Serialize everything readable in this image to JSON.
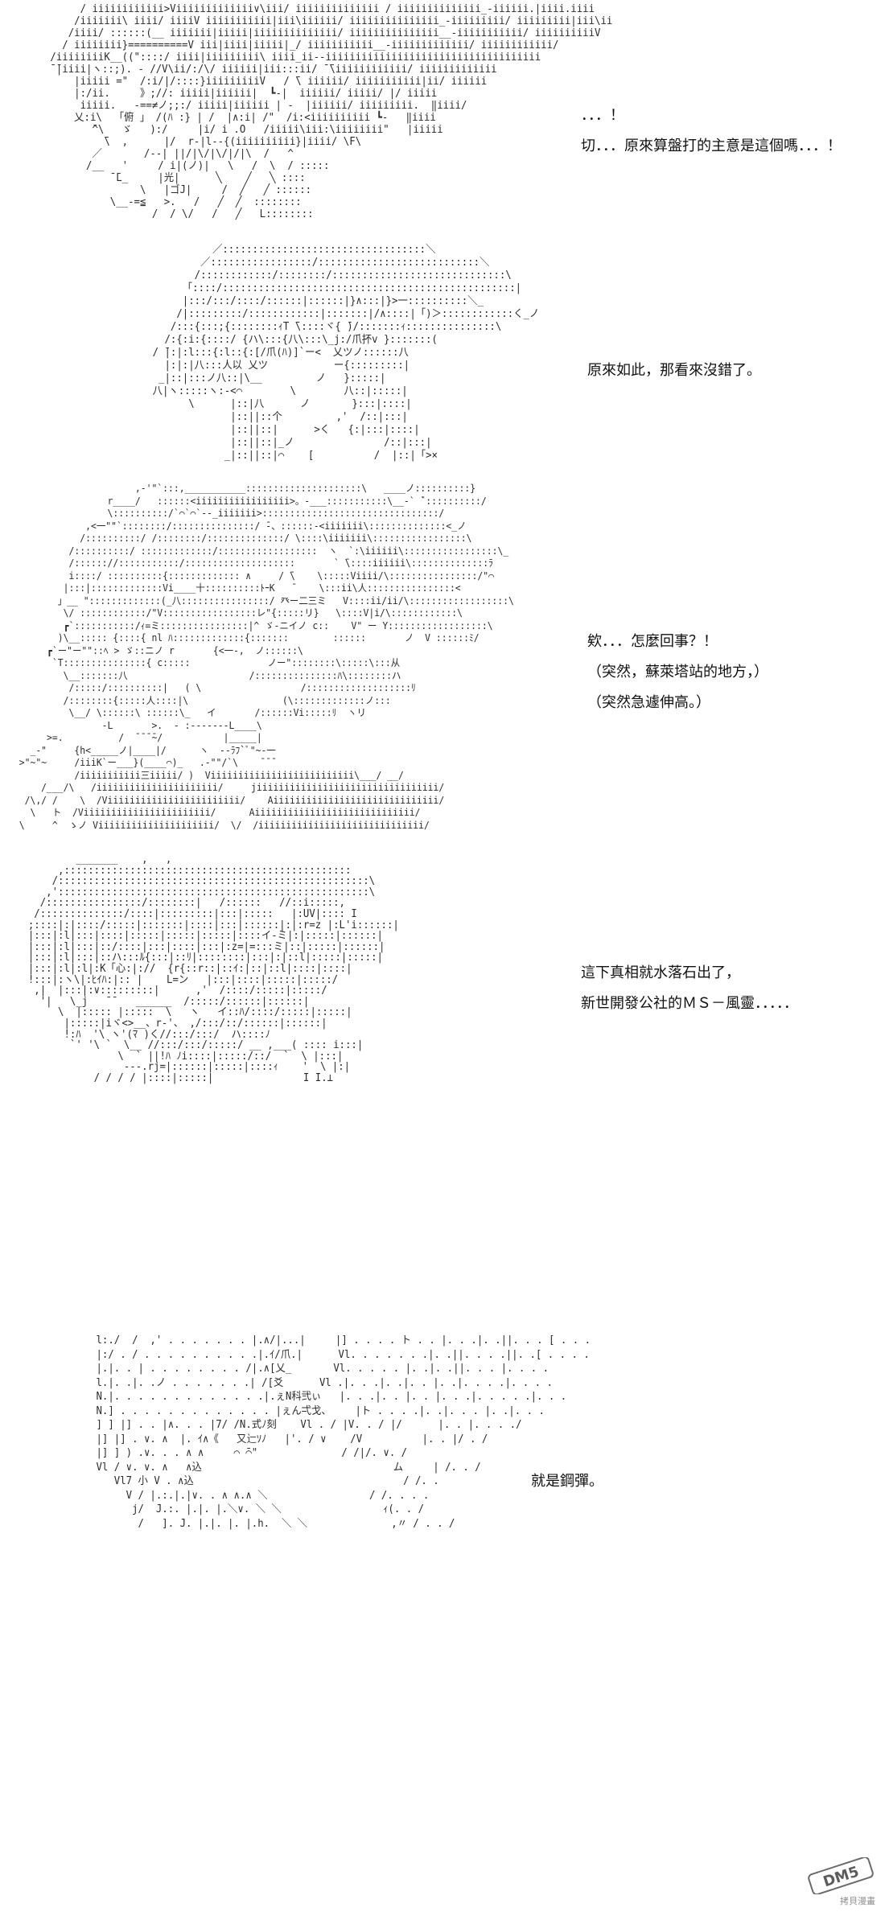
{
  "panels": [
    {
      "id": "panel-1",
      "lines": [
        "．．．！",
        "切．．．原來算盤打的主意是這個嗎．．．！"
      ],
      "art": [
        "      / iiiiiiiiiiii>Viiiiiiiiiiiii∨\\iii/ iiiiiiiiiiiiii / iiiiiiiiiiiiii_-iiiiii.|iiii.iiii",
        "     /iiiiiii\\ iiii/ iiiiV iiiiiiiiiii|iii\\iiiiii/ iiiiiiiiiiiiiii_-iiiiiiiii/ iiiiiiiii|iii\\ii",
        "    /iiii/ ::::::(__ iiiiiii|iiiii|iiiiiiiiiiiiii/ iiiiiiiiiiiiiii__-iiiiiiiiiii/ iiiiiiiiiiV",
        "   / iiiiiiii}==========V iii|iiii|iiiii|_/ iiiiiiiiiii__-iiiiiiiiiiiii/ iiiiiiiiiiii/",
        " /iiiiiiiiK__((\"::::/ iiii|iiiiiiiii\\ iiii_ii--iiiiiiiiiiiiiiiiiiiiiiiiiiiiiiiiiiii",
        " ̄ ̄|iiii|ヽ::;). - //V\\ii/:/\\/ iiiiii|iii:::ii/ ̄ ̄\\iiiiiiiiiiii/ iiiiiiiiiiiii",
        "     |iiiii =\"  /:i/|/::::}iiiiiiiiiV   / ̄\\ iiiiii/ iiiiiiiiiii|ii/ iiiiii",
        "     |:/ii.     》;//: iiiii|iiiiii|  ┗-|  iiiiii/ iiiii/ |/ iiiii",
        "      iiiii.   -==≠ノ;;:/ iiiii|iiiiii | -  |iiiiii/ iiiiiiiii.  ‖iiii/",
        "     乂:i\\  「俯 」 /(ﾊ :} | /  |∧:i| /\"  /i:<iiiiiiiiii ┗-   ‖iiii",
        "        ̄^\\   ゞ   ):/     |i/ i .O   /iiiii\\iii:\\iiiiiiii\"   |iiiii",
        "          ̄\\  ,      |/  r-|l--{(iiiiiiiiii}|iiii/ \\F\\",
        "        ／       /--| ||/|\\/|\\/|/|\\  /   ^",
        "       /__   '     / i|(ノ)|   \\   /  \\  / :::::",
        "           ̄ ̄L_     |光|      ╲    ╱   ╲ ::::",
        "                \\   |ゴJ|     /  ╱   ╱ ::::::",
        "           \\__-=≦   >.   /   ╱  ╱  ::::::::",
        "                  /  / \\/   /   ╱   L::::::::"
      ]
    },
    {
      "id": "panel-2",
      "lines": [
        "原來如此，那看來沒錯了。"
      ],
      "art": [
        "                ／::::::::::::::::::::::::::::::::::＼",
        "              ／:::::::::::::::::/:::::::::::::::::::::::::::＼",
        "             /::::::::::::/::::::::/:::::::::::::::::::::::::::::\\",
        "           「::::/:::::::::::::::::::::::::::::::::::::::::::::::::|",
        "           |:::/:::/::::/::::::|::::::|}∧:::|}>一::::::::::＼_",
        "          /|:::::::::/::::::::::::|:::::::|/∧::::|「)＞::::::::::::く_ノ",
        "         /:::{:::;{::::::::ｨT ̄\\::::ヾ{ ̄)/:::::::ｨ:::::::::::::::\\",
        "        /:{:i:{::::/ {ハ\\:::{八\\:::\\_j:/爪抔v }:::::::(",
        "      / ̄|:|:l:::{:l::{:[/爪(ﾊ)]`ー<  乂ツノ::::::八",
        "        |:|:|八:::人以 乂ツ           ー{:::::::::|",
        "       _|::|:::ノ八::|\\__         ノ   }:::::|",
        "      八|ヽ:::::ヽ:-<⌒        \\        八::|:::::|",
        "            \\      |::|八      ノ       }:::|::::|",
        "                   |::||::个         ,'  /::|:::|",
        "                   |::||::|      >く   {:|:::|::::|",
        "                   |::||::|_ノ               /::|:::|",
        "                  _|::||::|⌒    [          /  |::|「>×"
      ]
    },
    {
      "id": "panel-3",
      "lines": [
        "欸．．．怎麼回事？！",
        "（突然，蘇萊塔站的地方，）",
        "（突然急遽伸高。）"
      ],
      "art": [
        "                       ,-'\"`:::,___________:::::::::::::::::::::\\   ____ノ::::::::::}",
        "                  r____/   ::::::<iiiiiiiiiiiiiiiii>。-___:::::::::::\\__-` ̄`::::::::::/",
        "                  \\::::::::::/`⌒`⌒`--_iiiiiii>::::::::::::::::::::::::::::::::/",
        "              ,<一\"\"`::::::::/:::::::::::::::/ ̄-、::::::-<iiiiiii\\::::::::::::::<_ノ",
        "             /::::::::::/ /::::::::/::::::::::::::/ \\::::\\iiiiiii\\:::::::::::::::::\\",
        "           /::::::::::/ :::::::::::::/::::::::::::::::::  ヽ  `:\\iiiiii\\:::::::::::::::::\\_",
        "           /:::::://:::::::::::/::::::::::::::::::::       ` ̄\\::::iiiiii\\::::::::::::::ﾗ",
        "           i::::/ ::::::::::{::::::::::::: ∧     / ̄\\    \\:::::Viiii/\\::::::::::::::::/\"⌒",
        "          |:::|:::::::::::::Vi____十::::::::::ﾄｰK   ̄     \\:::ii\\人::::::::::::::::<",
        "         」__ \":::::::::::::(_八::::::::::::::::/ 癶ー二三ミ   V::::ii/ii/\\::::::::::::::::::\\",
        "          \\/ ::::::::::::/\"V:::::::::::::::::レ\"{:::::リ}   \\::::V|i/\\::::::::::::\\",
        "          ┏`:::::::::::/ｨ=ミ::::::::::::::::|^ ゞ-ニイノ c::    V\" ー Y::::::::::::::::::\\",
        "         )\\__::::: {::::{ nl ﾊ:::::::::::::{:::::::        ::::::       ノ  V ::::::ﾐ/",
        "       ┏`ー\"ー\"\"::ﾍ > ゞ::ニノ r       {<一-,  ノ::::::\\",
        "        `T:::::::::::::::{ c:::::              ノー\"::::::::\\:::::\\:::从",
        "          \\__:::::::八                      /:::::::::::::::ﾊ\\::::::::ハ",
        "           /:::::/::::::::::|   ( \\                  /:::::::::::::::::::ﾘ",
        "          /::::::::{:::::人::::|\\                 (\\:::::::::::::ノ:::",
        "           \\__/ \\::::::\\ ::::::\\_   イ       /::::::Vi:::::ﾘ  ヽリ",
        "                 -L       >.  - :-------L____\\",
        "       >=.          /  ̄ ̄ ̄ ̄~/           |_____|",
        "    _-\"     {h<_____ノ|____|/      ヽ  --ﾗﾌ`ﾞ\"~-一",
        "  >\"~\"~     /iiiK`ー___}(____⌒)_   .-\"\"/`\\    ̄ ̄ ̄",
        "            /iiiiiiiiiii三iiiii/ )  Viiiiiiiiiiiiiiiiiiiiiiiiii\\___/ __/",
        "      /___/\\   /iiiiiiiiiiiiiiiiiiiiii/     jiiiiiiiiiiiiiiiiiiiiiiiiiiiiiiiii/",
        "   /\\,/ /    \\  /Viiiiiiiiiiiiiiiiiiiiiiii/    Aiiiiiiiiiiiiiiiiiiiiiiiiiiiiii/",
        "    \\   ト  /Viiiiiiiiiiiiiiiiiiiiiii/      Aiiiiiiiiiiiiiiiiiiiiiiiiiiiii/",
        "  \\     ^  ゝノ Viiiiiiiiiiiiiiiiiiiii/  \\/  /iiiiiiiiiiiiiiiiiiiiiiiiiiiiii/"
      ]
    },
    {
      "id": "panel-4",
      "lines": [
        "這下真相就水落石出了，",
        "新世開發公社的ＭＳ－風靈．．．．．"
      ],
      "art": [
        "          _______    ,   ,",
        "       ,::::::::::::::::::::::::::::::::::::::::::::::::",
        "      /::::::::::::::::::::::::::::::::::::::::::::::::::::\\",
        "     ,'::::::::::::::::::::::::::::::::::::::::::::::::::::\\",
        "    /::::::::::::::::/::::::::|   /::::::   //::i:::::,",
        "   /::::::::::::::/::::|:::::::::|:::|:::::   |:UV|:::: I",
        "  ;::::|:|::::/:::::|:::::::|::::|:::|::::::|:|:r=z |:L'i::::::|",
        "  |:::|:l|:::|::::|:::::|:::::|:::::|::::イ-ミ|:|:::::|::::::|",
        "  |:::|:l|:::|::/::::|:::|::::|:::|:z=|=:::ミ|::|:::::|::::::|",
        "  |:::|:l|:::|::ハ:::ﾙ{:::|::ﾘ|::::::::|:::|:|::l|:::::|:::::|",
        "  |:::|:l|:l|:K「心:|://  {r{::r::|::ｲ:|::|::l|::::|::::|",
        "  !:::|:ヽ\\|:ﾋｲﾊ:|:: |    L=ン   |:::|::::|:::::|:::::/",
        "   ,|  |:::|:∨:::::::::|      ,'  /::::/:::::|:::::/",
        "    '|   \\_j   ̄ ̄    ______  /:::::/::::::|::::::|",
        "       \\  |::::: |:::::  \\   ヽ   イ::ﾊ/::::/:::::|:::::|",
        "        |:::::|iヾ<>__、r-'、 ,/:::/::/::::::|::::::|",
        "        !:ﾊ  '\\ ヽ'(ﾏ )く//:::/:::/  ハ::::ﾉ",
        "         `' '\\ `  \\__ //:::/:::/:::::/ __ ,___( :::: i:::|",
        "                 \\  ` ||!ﾊ ﾉi::::|:::::/::/  `  \\ |:::|",
        "                  ---.rj=|::::::|:::::|::::ｨ    '  \\ |:|",
        "             / / / / |::::|:::::|               I I.⊥"
      ]
    },
    {
      "id": "panel-5",
      "lines": [
        "就是鋼彈。"
      ],
      "art": [
        "        l:./  /  ,' . . . . . . . |.∧/|...|     |] . . . . ト . . |. . .|. .||. . . [ . . .",
        "        |:/ . / . . . . . . . . . .|.ｲ/爪.|      Vl. . . . . . .|. .||. . . .||. .[ . . . .",
        "        |.|. . | . . . . . . . . /|.∧[乂_       Vl. . . . . |. .|. .||. . . |. . . .",
        "        l.|. .|. .ノ . . . . . . .| /[爻      Vl .|. . .|. .|. . |. .|. . . .|. . . .",
        "        N.|. . . . . . . . . . . . .|.ぇN科弐ぃ   |. . .|. . |. . |. . .|. . . . .|. . .",
        "        N.] . . . . . . . . . . . . . |ぇん弌戈、    |ト . . . .|. .|. . . |. .|. . .",
        "        ] ] |] . . |∧. . . |7/ /N.式ﾉ刻    Vl . / |V. . / |/      |. . |. . . ./",
        "        |] |] . ∨. ∧  |. ｲ∧《   又辷ｿﾉ   |'. / ∨    /V          |. . |/ . /",
        "        |] ] ) .∨. . . ∧ ∧     ⌒ ̄⌒\"              / /|/. ∨. /",
        "        Vl / ∨. ∨. ∧   ∧込                                ム     | /. . /",
        "           Vl7 小 V . ∧込                                   / /. .",
        "             V / |.:.|.|∨. . ∧ ∧.∧ ＼                 / /. . . .",
        "              j/  J.:. |.|. |.＼∨. ＼ ＼                 ｨ(. . /",
        "               /   ]. J. |.|. |. |.h.  ＼ ＼              ,〃 / . . /"
      ]
    }
  ],
  "watermark": {
    "logo_text": "DM5",
    "caption": "拷貝漫畫"
  }
}
